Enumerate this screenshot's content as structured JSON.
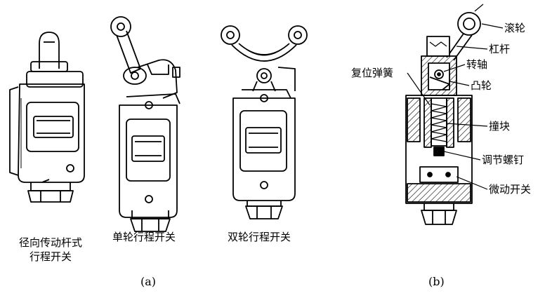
{
  "figure_a": {
    "caption": "(a)",
    "switches": [
      {
        "label_line1": "径向传动杆式",
        "label_line2": "行程开关"
      },
      {
        "label_line1": "单轮行程开关"
      },
      {
        "label_line1": "双轮行程开关"
      }
    ]
  },
  "figure_b": {
    "caption": "(b)",
    "parts": {
      "roller": "滚轮",
      "lever": "杠杆",
      "shaft": "转轴",
      "return_spring": "复位弹簧",
      "cam": "凸轮",
      "striker": "撞块",
      "adjust_screw": "调节螺钉",
      "micro_switch": "微动开关"
    }
  }
}
